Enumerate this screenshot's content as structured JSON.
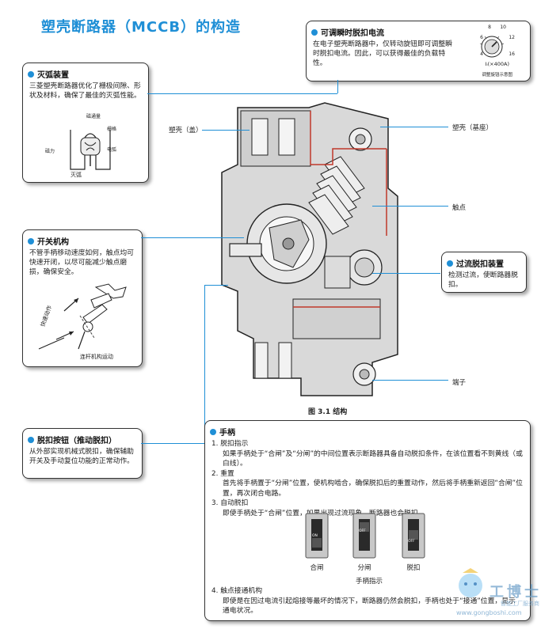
{
  "title": "塑壳断路器（MCCB）的构造",
  "adjustable": {
    "heading": "可调瞬时脱扣电流",
    "body": "在电子塑壳断路器中，仅转动旋钮即可调整瞬时脱扣电流。因此，可以获得最佳的负载特性。",
    "dial_ticks": [
      "8",
      "10",
      "6",
      "12",
      "4",
      "16"
    ],
    "dial_unit": "Iᵢ(×400A)",
    "dial_caption": "调整旋钮示意图"
  },
  "arc": {
    "heading": "灭弧装置",
    "body": "三菱塑壳断路器优化了栅极间隙、形状及材料，确保了最佳的灭弧性能。",
    "labels": [
      "磁通量",
      "栅格",
      "磁力",
      "电弧"
    ],
    "caption": "灭弧"
  },
  "switch": {
    "heading": "开关机构",
    "body": "不管手柄移动速度如何，触点均可快速开闭，以尽可能减少触点磨损，确保安全。",
    "motion_label": "快速动作",
    "caption": "连杆机构运动"
  },
  "trip_button": {
    "heading": "脱扣按钮（推动脱扣）",
    "body": "从外部实现机械式脱扣，确保辅助开关及手动复位功能的正常动作。"
  },
  "overcurrent": {
    "heading": "过流脱扣装置",
    "body": "检测过流，使断路器脱扣。"
  },
  "callouts": {
    "cover": "塑壳（盖）",
    "base": "塑壳（基座）",
    "contact": "触点",
    "terminal": "端子"
  },
  "figure_caption": "图 3.1  结构",
  "handle": {
    "heading": "手柄",
    "items": [
      {
        "n": "1.",
        "title": "脱扣指示",
        "body": "如果手柄处于“合闸”及“分闸”的中间位置表示断路器具备自动脱扣条件，在该位置看不到黄线（或白线）。"
      },
      {
        "n": "2.",
        "title": "重置",
        "body": "首先将手柄置于“分闸”位置，使机构啮合，确保脱扣后的重置动作，然后将手柄重新返回“合闸”位置，再次闭合电路。"
      },
      {
        "n": "3.",
        "title": "自动脱扣",
        "body": "即使手柄处于“合闸”位置，如果出现过流现象，断路器也会脱扣。"
      },
      {
        "n": "4.",
        "title": "触点接通机构",
        "body": "即使是在因过电流引起熔接等最坏的情况下，断路器仍然会脱扣，手柄也处于“接通”位置，显示通电状况。"
      }
    ],
    "states": [
      "合闸",
      "分闸",
      "脱扣"
    ],
    "state_marks": [
      "ON",
      "OFF",
      "OFF"
    ],
    "indicator_caption": "手柄指示"
  },
  "watermark": {
    "brand": "工博士",
    "tagline": "智能工厂服务商",
    "site": "www.gongboshi.com"
  }
}
